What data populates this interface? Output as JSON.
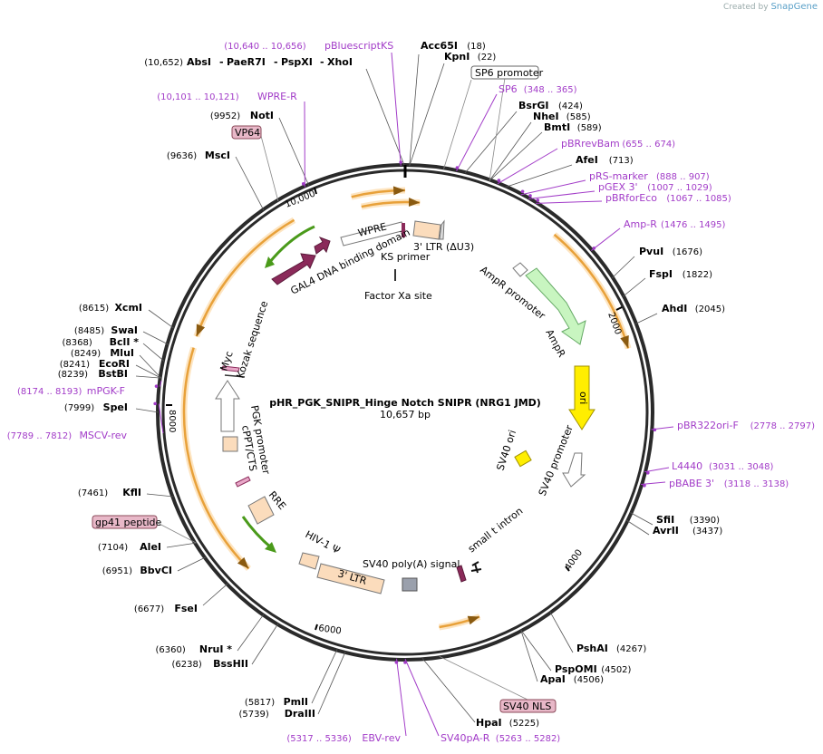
{
  "credit": {
    "created_by": "Created by",
    "brand": "SnapGene"
  },
  "plasmid": {
    "name": "pHR_PGK_SNIPR_Hinge Notch SNIPR (NRG1 JMD)",
    "length": "10,657 bp"
  },
  "ticks": [
    "2000",
    "4000",
    "6000",
    "8000",
    "10,000"
  ],
  "enzymes": [
    {
      "name": "Acc65I",
      "pos": "(18)"
    },
    {
      "name": "KpnI",
      "pos": "(22)"
    },
    {
      "name": "BsrGI",
      "pos": "(424)"
    },
    {
      "name": "NheI",
      "pos": "(585)"
    },
    {
      "name": "BmtI",
      "pos": "(589)"
    },
    {
      "name": "AfeI",
      "pos": "(713)"
    },
    {
      "name": "PvuI",
      "pos": "(1676)"
    },
    {
      "name": "FspI",
      "pos": "(1822)"
    },
    {
      "name": "AhdI",
      "pos": "(2045)"
    },
    {
      "name": "SfiI",
      "pos": "(3390)"
    },
    {
      "name": "AvrII",
      "pos": "(3437)"
    },
    {
      "name": "PshAI",
      "pos": "(4267)"
    },
    {
      "name": "PspOMI",
      "pos": "(4502)"
    },
    {
      "name": "ApaI",
      "pos": "(4506)"
    },
    {
      "name": "HpaI",
      "pos": "(5225)"
    },
    {
      "name": "PmlI",
      "pos": "(5817)"
    },
    {
      "name": "DraIII",
      "pos": "(5739)"
    },
    {
      "name": "NruI *",
      "pos": "(6360)"
    },
    {
      "name": "BssHII",
      "pos": "(6238)"
    },
    {
      "name": "FseI",
      "pos": "(6677)"
    },
    {
      "name": "BbvCI",
      "pos": "(6951)"
    },
    {
      "name": "AleI",
      "pos": "(7104)"
    },
    {
      "name": "KflI",
      "pos": "(7461)"
    },
    {
      "name": "SpeI",
      "pos": "(7999)"
    },
    {
      "name": "BstBI",
      "pos": "(8239)"
    },
    {
      "name": "EcoRI",
      "pos": "(8241)"
    },
    {
      "name": "MluI",
      "pos": "(8249)"
    },
    {
      "name": "BclI *",
      "pos": "(8368)"
    },
    {
      "name": "SwaI",
      "pos": "(8485)"
    },
    {
      "name": "XcmI",
      "pos": "(8615)"
    },
    {
      "name": "MscI",
      "pos": "(9636)"
    },
    {
      "name": "NotI",
      "pos": "(9952)"
    },
    {
      "name": "AbsI",
      "pos": "(10,652)"
    },
    {
      "name": "PaeR7I",
      "pos": ""
    },
    {
      "name": "PspXI",
      "pos": ""
    },
    {
      "name": "XhoI",
      "pos": ""
    }
  ],
  "primers": [
    {
      "name": "pBluescriptKS",
      "pos": "(10,640 .. 10,656)"
    },
    {
      "name": "WPRE-R",
      "pos": "(10,101 .. 10,121)"
    },
    {
      "name": "SP6",
      "pos": "(348 .. 365)"
    },
    {
      "name": "pBRrevBam",
      "pos": "(655 .. 674)"
    },
    {
      "name": "pRS-marker",
      "pos": "(888 .. 907)"
    },
    {
      "name": "pGEX 3'",
      "pos": "(1007 .. 1029)"
    },
    {
      "name": "pBRforEco",
      "pos": "(1067 .. 1085)"
    },
    {
      "name": "Amp-R",
      "pos": "(1476 .. 1495)"
    },
    {
      "name": "pBR322ori-F",
      "pos": "(2778 .. 2797)"
    },
    {
      "name": "L4440",
      "pos": "(3031 .. 3048)"
    },
    {
      "name": "pBABE 3'",
      "pos": "(3118 .. 3138)"
    },
    {
      "name": "SV40pA-R",
      "pos": "(5263 .. 5282)"
    },
    {
      "name": "EBV-rev",
      "pos": "(5317 .. 5336)"
    },
    {
      "name": "MSCV-rev",
      "pos": "(7789 .. 7812)"
    },
    {
      "name": "mPGK-F",
      "pos": "(8174 .. 8193)"
    }
  ],
  "boxed_features": [
    "SP6 promoter",
    "VP64",
    "gp41 peptide",
    "SV40 NLS"
  ],
  "features": {
    "wpre": "WPRE",
    "gal4": "GAL4 DNA binding domain",
    "ltr3_du3": "3' LTR (ΔU3)",
    "ks_primer": "KS primer",
    "factor_xa": "Factor Xa site",
    "ampr_promoter": "AmpR promoter",
    "ampr": "AmpR",
    "ori": "ori",
    "sv40_ori": "SV40 ori",
    "sv40_promoter": "SV40 promoter",
    "small_t": "small t intron",
    "sv40_polya": "SV40 poly(A) signal",
    "ltr3": "3' LTR",
    "hiv_psi": "HIV-1 Ψ",
    "rre": "RRE",
    "cppt": "cPPT/CTS",
    "pgk": "PGK promoter",
    "kozak": "Kozak sequence",
    "myc": "Myc"
  },
  "colors": {
    "primer": "#a23cc8",
    "orf_orange": "#e8a13a",
    "gal4": "#8b2a5a",
    "ampr": "#c8f5c0",
    "ori": "#ffee00",
    "ltr": "#fbdcbc",
    "green_arrow": "#4a9a1a"
  }
}
